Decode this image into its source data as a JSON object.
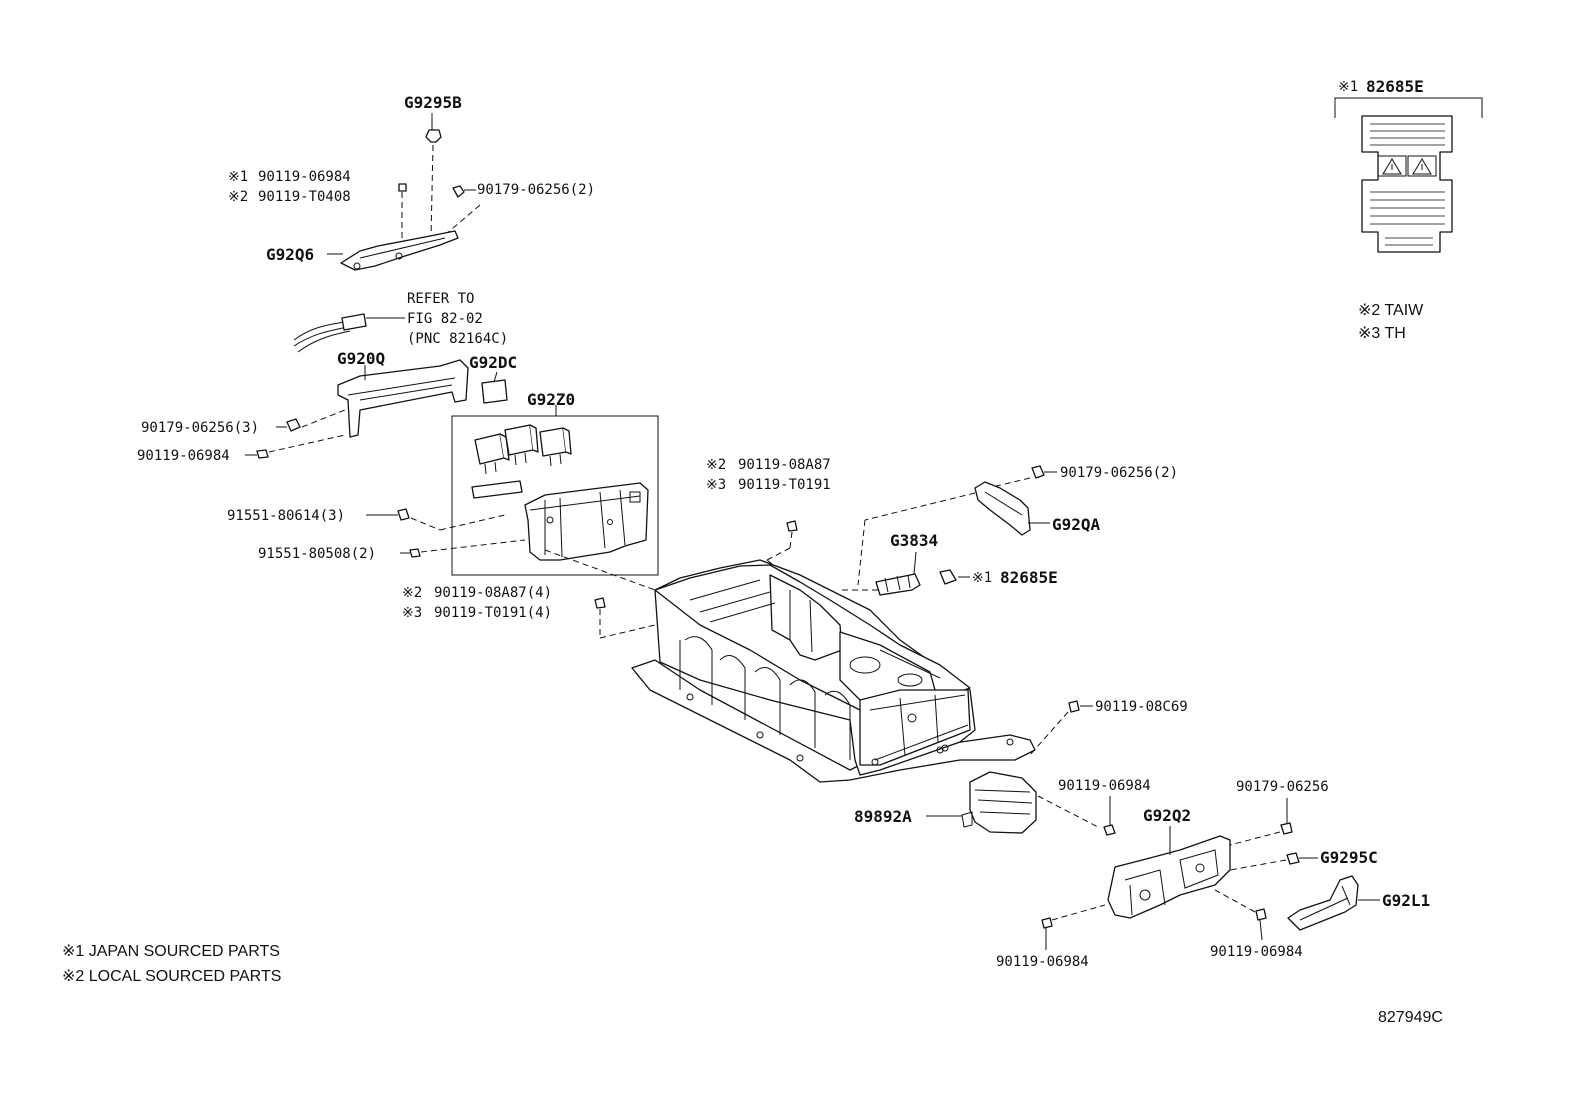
{
  "labels": {
    "g9295b": "G9295B",
    "bolt_a": "90119-06984",
    "bolt_b": "90119-T0408",
    "nut_top": "90179-06256(2)",
    "g92q6": "G92Q6",
    "refer1": "REFER TO",
    "refer2": "FIG 82-02",
    "refer3": "(PNC 82164C)",
    "g920q": "G920Q",
    "g92dc": "G92DC",
    "g92z0": "G92Z0",
    "nut_left3": "90179-06256(3)",
    "bolt_left": "90119-06984",
    "screw_614": "91551-80614(3)",
    "screw_508": "91551-80508(2)",
    "bolt_08a87_4": "90119-08A87(4)",
    "bolt_t0191_4": "90119-T0191(4)",
    "bolt_08a87": "90119-08A87",
    "bolt_t0191": "90119-T0191",
    "nut_right2": "90179-06256(2)",
    "g92qa": "G92QA",
    "g3834": "G3834",
    "label_82685e": "82685E",
    "bolt_08c69": "90119-08C69",
    "bolt_06984_mid": "90119-06984",
    "p89892a": "89892A",
    "g92q2": "G92Q2",
    "nut_single": "90179-06256",
    "g9295c": "G9295C",
    "g92l1": "G92L1",
    "bolt_06984_bl": "90119-06984",
    "bolt_06984_br": "90119-06984",
    "inset_title": "82685E"
  },
  "marks": {
    "m1": "※1",
    "m2": "※2",
    "m3": "※3"
  },
  "notes": {
    "inset_taiw": "※2 TAIW",
    "inset_th": "※3 TH",
    "japan": "※1 JAPAN SOURCED PARTS",
    "local": "※2 LOCAL SOURCED PARTS"
  },
  "figure_id": "827949C"
}
